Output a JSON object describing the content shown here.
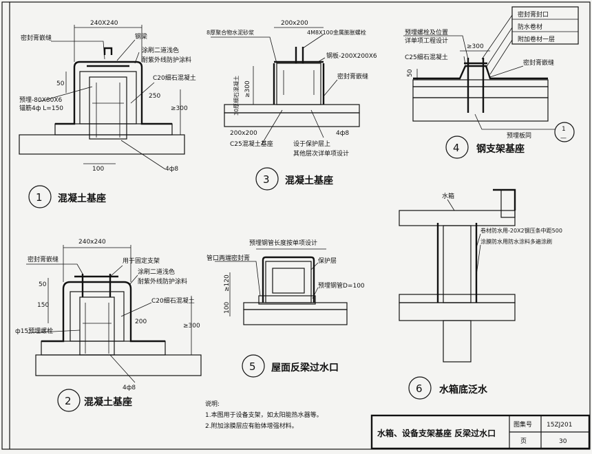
{
  "sheet": {
    "title": "水箱、设备支架基座 反梁过水口",
    "atlas_label": "图集号",
    "atlas_no": "15ZJ201",
    "page_label": "页",
    "page_no": "30"
  },
  "notes": {
    "heading": "说明:",
    "items": [
      "1.本图用于设备支架，如太阳能热水器等。",
      "2.附加涂膜层应有胎体增强材料。"
    ]
  },
  "details": [
    {
      "no": "1",
      "title": "混凝土基座",
      "labels": [
        "240X240",
        "密封膏嵌缝",
        "钢梁",
        "涂刷二道浅色",
        "耐紫外线防护涂料",
        "C20细石混凝土",
        "预埋-80X80X6",
        "锚筋4ф L=150",
        "250",
        "≥300",
        "50",
        "100",
        "4ф8"
      ]
    },
    {
      "no": "2",
      "title": "混凝土基座",
      "labels": [
        "240x240",
        "密封膏嵌缝",
        "用于固定支架",
        "涂刷二道浅色",
        "耐紫外线防护涂料",
        "C20细石混凝土",
        "50",
        "150",
        "200",
        "≥300",
        "ф15预埋螺栓",
        "4ф8"
      ]
    },
    {
      "no": "3",
      "title": "混凝土基座",
      "labels": [
        "200x200",
        "8厚聚合物水泥砂浆",
        "4M8X100金属膨胀螺栓",
        "钢板-200X200X6",
        "密封膏嵌缝",
        "30厚细石混凝土",
        "≥300",
        "200x200",
        "C25混凝土基座",
        "4ф8",
        "设于保护层上",
        "其他层次详单项设计"
      ]
    },
    {
      "no": "4",
      "title": "钢支架基座",
      "labels": [
        "密封膏封口",
        "防水卷材",
        "附加卷材一层",
        "预埋螺栓及位置",
        "详单项工程设计",
        "C25细石混凝土",
        "≥300",
        "密封膏嵌缝",
        "50",
        "预埋板同",
        "1",
        "—"
      ]
    },
    {
      "no": "5",
      "title": "屋面反梁过水口",
      "labels": [
        "预埋钢管长度按单项设计",
        "管口两端密封膏",
        "保护层",
        "≥120",
        "100",
        "预埋钢管D=100"
      ]
    },
    {
      "no": "6",
      "title": "水箱底泛水",
      "labels": [
        "水箱",
        "卷材防水用-20X2钢压条中距500",
        "涂膜防水用防水涂料多遍涂刷"
      ]
    }
  ]
}
